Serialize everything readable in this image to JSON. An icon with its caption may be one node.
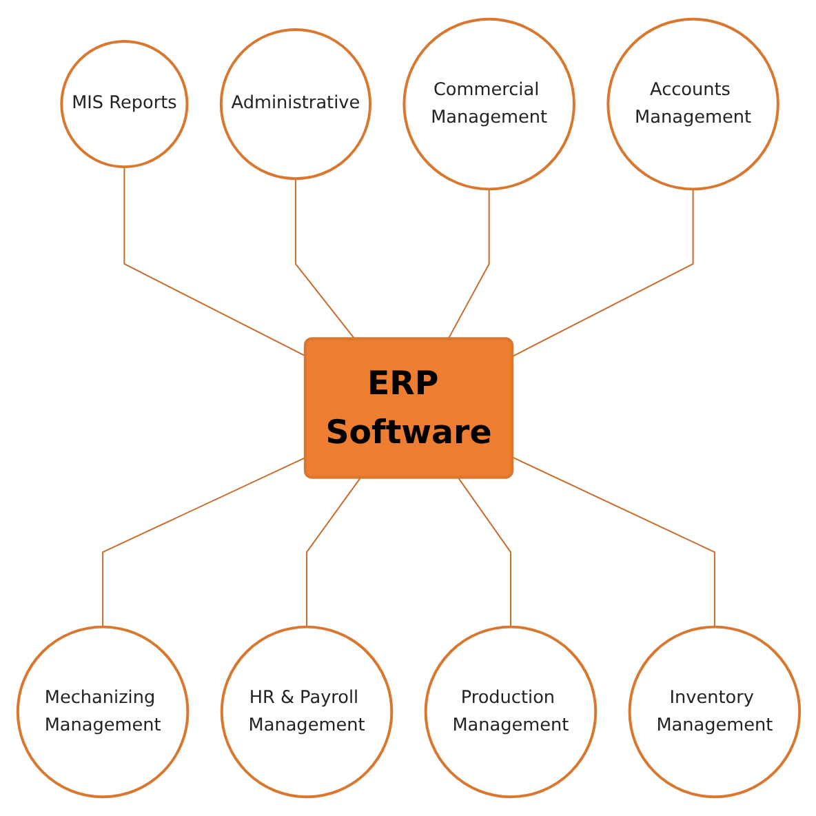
{
  "diagram": {
    "nodes": [
      {
        "text": [
          "Administrative"
        ]
      },
      {
        "text": [
          "MIS Reports"
        ]
      },
      {
        "text": [
          "Commercial Management"
        ]
      },
      {
        "text": [
          "Accounts Management"
        ]
      },
      {
        "text": [
          "ERP Software"
        ]
      },
      {
        "text": [
          "Mechanizing Management"
        ]
      },
      {
        "text": [
          "HR & Payroll Management"
        ]
      },
      {
        "text": [
          "Production Management"
        ]
      },
      {
        "text": [
          "Inventory Management"
        ]
      }
    ],
    "edges": [
      {
        "from": 1,
        "to": 4,
        "arrow": "none"
      },
      {
        "from": 0,
        "to": 4,
        "arrow": "none"
      },
      {
        "from": 2,
        "to": 4,
        "arrow": "none"
      },
      {
        "from": 3,
        "to": 4,
        "arrow": "none"
      },
      {
        "from": 4,
        "to": 5,
        "arrow": "none"
      },
      {
        "from": 4,
        "to": 6,
        "arrow": "none"
      },
      {
        "from": 4,
        "to": 7,
        "arrow": "none"
      },
      {
        "from": 4,
        "to": 8,
        "arrow": "none"
      }
    ]
  }
}
